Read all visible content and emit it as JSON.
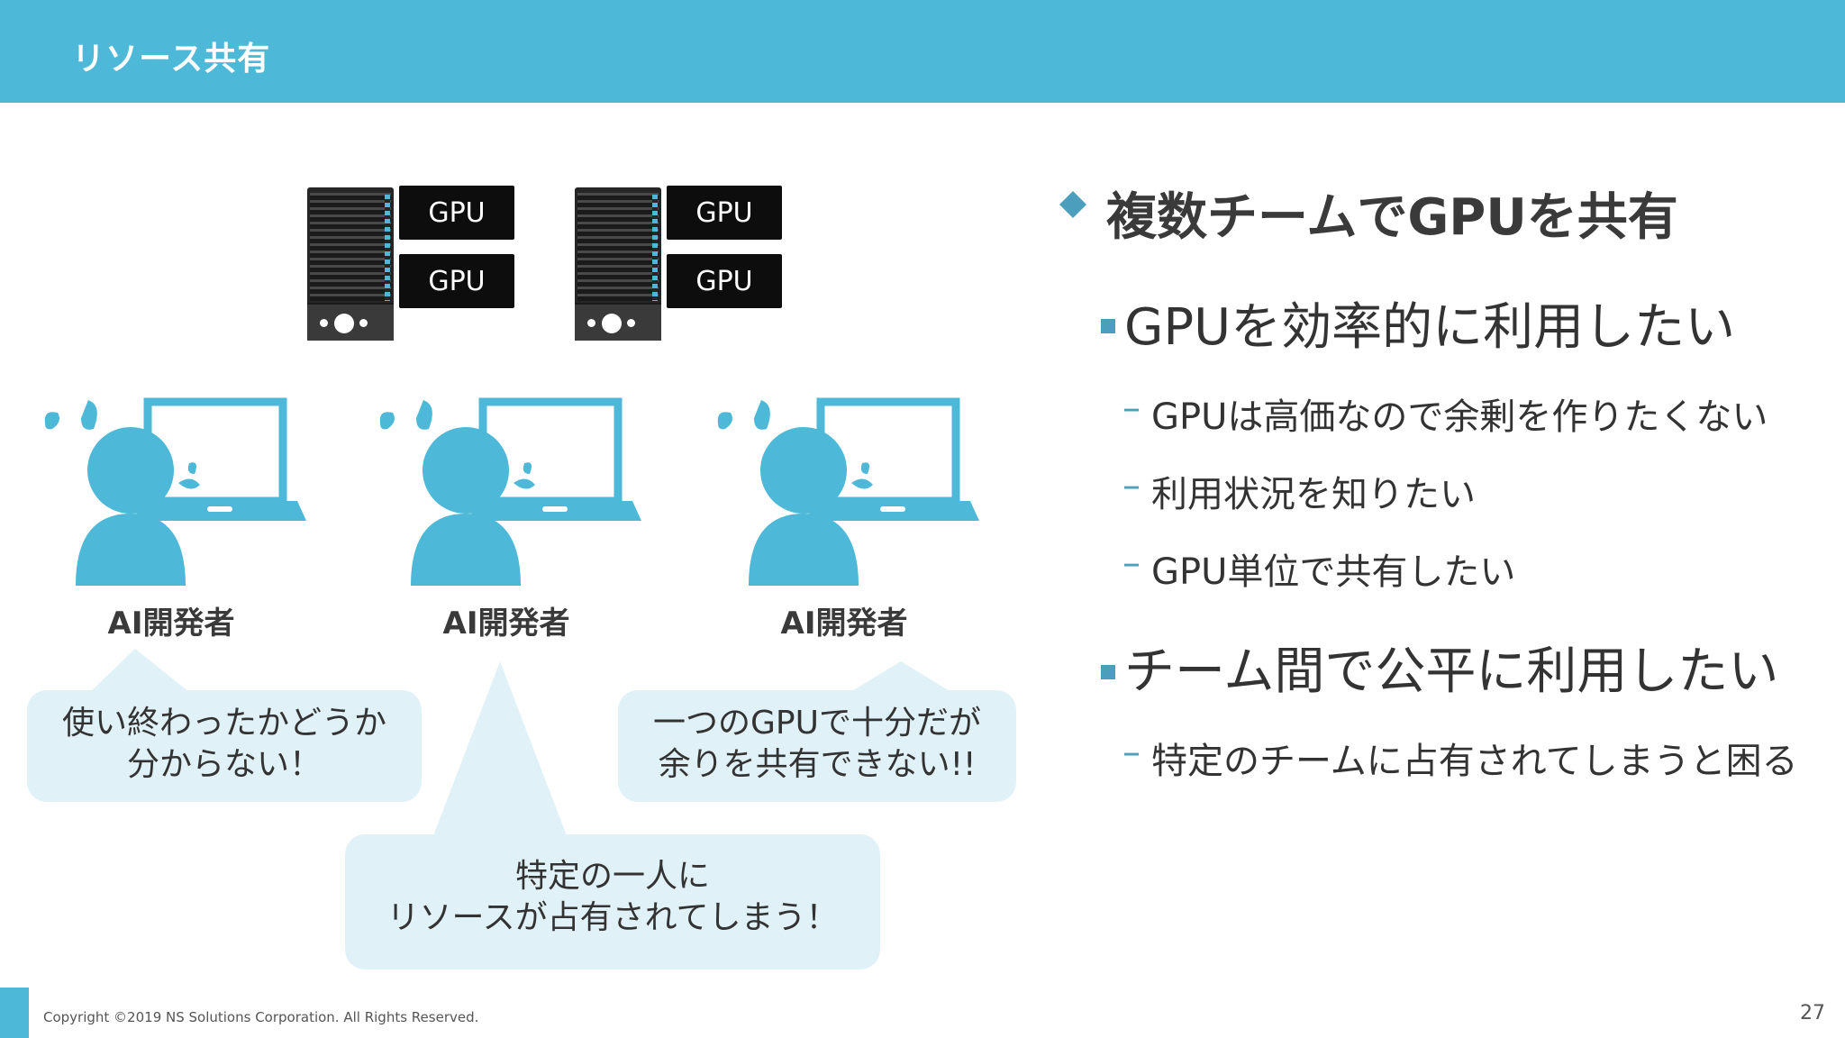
{
  "header": {
    "title": "リソース共有"
  },
  "servers": [
    {
      "gpus": [
        "GPU",
        "GPU"
      ]
    },
    {
      "gpus": [
        "GPU",
        "GPU"
      ]
    }
  ],
  "developers": [
    {
      "label": "AI開発者"
    },
    {
      "label": "AI開発者"
    },
    {
      "label": "AI開発者"
    }
  ],
  "bubbles": {
    "left": [
      "使い終わったかどうか",
      "分からない！"
    ],
    "right": [
      "一つのGPUで十分だが",
      "余りを共有できない!!"
    ],
    "center": [
      "特定の一人に",
      "リソースが占有されてしまう！"
    ]
  },
  "main_point": "複数チームでGPUを共有",
  "sections": [
    {
      "title": "GPUを効率的に利用したい",
      "items": [
        "GPUは高価なので余剰を作りたくない",
        "利用状況を知りたい",
        "GPU単位で共有したい"
      ]
    },
    {
      "title": "チーム間で公平に利用したい",
      "items": [
        "特定のチームに占有されてしまうと困る"
      ]
    }
  ],
  "footer": {
    "copyright": "Copyright ©2019 NS Solutions Corporation. All Rights Reserved.",
    "page_number": "27"
  },
  "colors": {
    "accent": "#4db8d7",
    "bubble": "#e0f2f8",
    "bullet": "#4b9fbd"
  }
}
